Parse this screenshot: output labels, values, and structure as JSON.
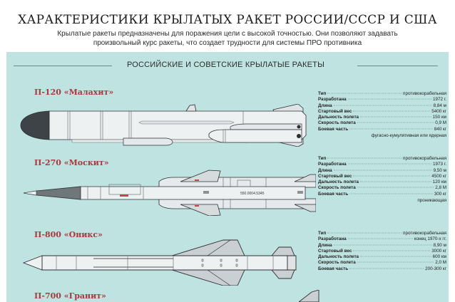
{
  "header": {
    "title": "ХАРАКТЕРИСТИКИ КРЫЛАТЫХ РАКЕТ РОССИИ/СССР И США",
    "subtitle_line1": "Крылатые ракеты предназначены для поражения цели с высокой точностью. Они позволяют задавать",
    "subtitle_line2": "произвольный курс ракеты, что создает трудности для системы ПРО противника"
  },
  "colors": {
    "panel_bg": "#bfe3e0",
    "name_red": "#a8393f",
    "missile_body": "#eef1f2",
    "missile_outline": "#2a2f33",
    "nose_dark": "#3d4346"
  },
  "section": {
    "title": "РОССИЙСКИЕ И СОВЕТСКИЕ КРЫЛАТЫЕ РАКЕТЫ"
  },
  "missiles": [
    {
      "name": "П-120 «Малахит»",
      "icon": "cruise-missile-p120",
      "specs": [
        {
          "label": "Тип",
          "value": "противокорабельная"
        },
        {
          "label": "Разработана",
          "value": "1972 г."
        },
        {
          "label": "Длина",
          "value": "8,84 м"
        },
        {
          "label": "Стартовый вес",
          "value": "5400 кг"
        },
        {
          "label": "Дальность полета",
          "value": "150 км"
        },
        {
          "label": "Скорость полета",
          "value": "0,9 М"
        },
        {
          "label": "Боевая часть",
          "value": "840 кг"
        }
      ],
      "note": "фугасно-кумулятивная или ядерная"
    },
    {
      "name": "П-270 «Москит»",
      "icon": "cruise-missile-p270",
      "body_marking": "550.0004.5345",
      "specs": [
        {
          "label": "Тип",
          "value": "противокорабельная"
        },
        {
          "label": "Разработана",
          "value": "1973 г."
        },
        {
          "label": "Длина",
          "value": "9,50 м"
        },
        {
          "label": "Стартовый вес",
          "value": "4500 кг"
        },
        {
          "label": "Дальность полета",
          "value": "120 км"
        },
        {
          "label": "Скорость полета",
          "value": "2,8 М"
        },
        {
          "label": "Боевая часть",
          "value": "300 кг"
        }
      ],
      "note": "проникающая"
    },
    {
      "name": "П-800 «Оникс»",
      "icon": "cruise-missile-p800",
      "specs": [
        {
          "label": "Тип",
          "value": "противокорабельная"
        },
        {
          "label": "Разработана",
          "value": "конец 1970-х гг."
        },
        {
          "label": "Длина",
          "value": "8,90 м"
        },
        {
          "label": "Стартовый вес",
          "value": "3000 кг"
        },
        {
          "label": "Дальность полета",
          "value": "600 км"
        },
        {
          "label": "Скорость полета",
          "value": "2,0 М"
        },
        {
          "label": "Боевая часть",
          "value": "200-300 кг"
        }
      ]
    },
    {
      "name": "П-700 «Гранит»",
      "icon": "cruise-missile-p700"
    }
  ]
}
